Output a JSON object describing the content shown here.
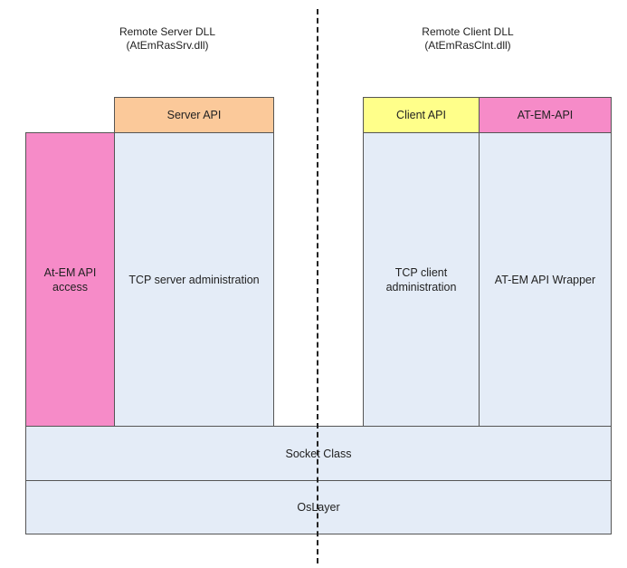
{
  "colors": {
    "block_fill": "#e4ecf7",
    "server_api_fill": "#fbc99a",
    "client_api_fill": "#ffff8a",
    "at_em_fill": "#f68bc8",
    "border": "#555555",
    "divider": "#222222"
  },
  "server": {
    "title": "Remote Server DLL",
    "subtitle": "(AtEmRasSrv.dll)",
    "api_label": "Server API",
    "access_line1": "At-EM API",
    "access_line2": "access",
    "admin_label": "TCP server administration"
  },
  "client": {
    "title": "Remote Client DLL",
    "subtitle": "(AtEmRasClnt.dll)",
    "api_label": "Client API",
    "at_em_api_label": "AT-EM-API",
    "admin_line1": "TCP client",
    "admin_line2": "administration",
    "wrapper_label": "AT-EM API Wrapper"
  },
  "shared": {
    "socket_label": "Socket Class",
    "oslayer_label": "OsLayer"
  }
}
